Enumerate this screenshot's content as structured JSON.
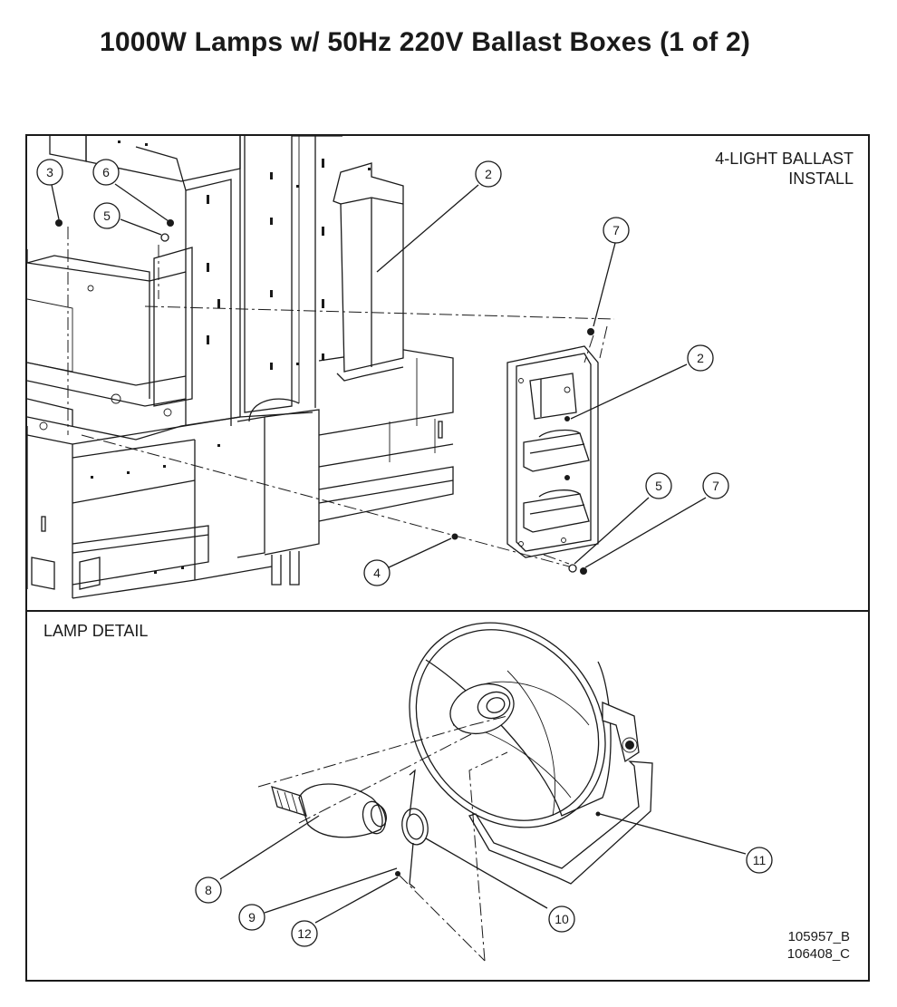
{
  "title": "1000W Lamps w/ 50Hz 220V Ballast Boxes (1 of 2)",
  "panels": {
    "ballast": {
      "label_line1": "4-LIGHT BALLAST",
      "label_line2": "INSTALL"
    },
    "lamp": {
      "label": "LAMP DETAIL"
    }
  },
  "callouts": {
    "c3": "3",
    "c6": "6",
    "c5a": "5",
    "c2a": "2",
    "c7a": "7",
    "c2b": "2",
    "c5b": "5",
    "c7b": "7",
    "c4": "4",
    "c8": "8",
    "c9": "9",
    "c12": "12",
    "c10": "10",
    "c11": "11"
  },
  "drawing_ids": [
    "105957_B",
    "106408_C"
  ]
}
